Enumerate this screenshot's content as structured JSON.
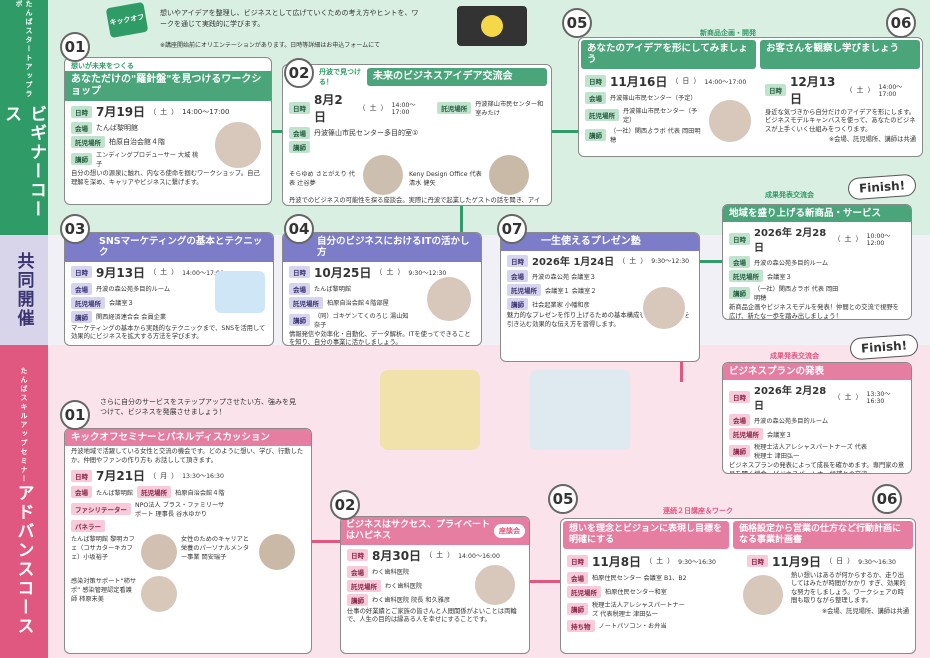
{
  "sections": {
    "beginner": {
      "small": "たんばスタートアップラボ",
      "big": "ビギナーコース"
    },
    "joint": {
      "big": "共同開催"
    },
    "advanced": {
      "small": "たんばスキルアップセミナー",
      "big": "アドバンスコース"
    }
  },
  "intro": {
    "badge": "キックオフ",
    "text": "想いやアイデアを整理し、ビジネスとして広げていくための考え方やヒントを、ワークを通じて実践的に学びます。",
    "note": "※講座開始前にオリエンテーションがあります。日時等詳細はお申込フォームにて"
  },
  "labels": {
    "date": "日時",
    "venue": "会場",
    "childcare": "託児場所",
    "lecturer": "講師",
    "facilitator": "ファシリテーター",
    "panelist": "パネラー",
    "items": "持ち物"
  },
  "b01": {
    "num": "01",
    "sub": "想いが未来をつくる",
    "title": "あなただけの\"羅針盤\"を見つけるワークショップ",
    "date": "7月19日",
    "day": "土",
    "time": "14:00〜17:00",
    "venue": "たんば黎明館",
    "childcare": "柏原自治会館４階",
    "lecturer": "エンディングプロデューサー 大城 桃子",
    "desc": "自分の想いの源泉に触れ、内なる使命を掴むワークショップ。自己理解を深め、キャリアやビジネスに繋げます。"
  },
  "b02": {
    "num": "02",
    "sub": "丹波で見つける！",
    "title": "未来のビジネスアイデア交流会",
    "date": "8月2日",
    "day": "土",
    "time": "14:00〜17:00",
    "childcare": "丹波篠山市民センター和室みたけ",
    "venue": "丹波篠山市民センター多目的室①",
    "lecturer1": "そらゆめ さとがえり 代表 辻谷夢",
    "lecturer2": "Keny Design Office 代表 清水 健矢",
    "desc": "丹波でのビジネスの可能性を探る座談会。実際に丹波で起業したゲストの話を聞き、アイデアを語り合いましょう。"
  },
  "b05": {
    "num": "05",
    "title": "あなたのアイデアを形にしてみましょう",
    "date": "11月16日",
    "day": "日",
    "time": "14:00〜17:00",
    "venue": "丹波篠山市民センター（予定）",
    "childcare": "丹波篠山市民センター（予定）",
    "lecturer": "（一社）関西ゟラボ 代表 岡田明穂"
  },
  "newprod": "新商品企画・開発",
  "b06": {
    "num": "06",
    "title": "お客さんを観察し学びましょう",
    "date": "12月13日",
    "day": "土",
    "time": "14:00〜17:00",
    "desc": "身近な気づきから自分だけのアイデアを形にします。ビジネスモデルキャンバスを使って、あなたのビジネスが上手くいく仕組みをつくります。",
    "note": "※会場、託児場所、講師は共通"
  },
  "fin1": {
    "sub": "成果発表交流会",
    "finish": "Finish!",
    "title": "地域を盛り上げる新商品・サービス",
    "date": "2026年 2月28日",
    "day": "土",
    "time": "10:00〜12:00",
    "venue": "丹波の森公苑多目的ルーム",
    "childcare": "会議室３",
    "lecturer": "（一社）関西ゟラボ 代表 岡田明穂",
    "desc": "新商品企画やビジネスモデルを発表！仲間との交流で視野を広げ、新たな一歩を踏み出しましょう！"
  },
  "j03": {
    "num": "03",
    "title": "SNSマーケティングの基本とテクニック",
    "date": "9月13日",
    "day": "土",
    "time": "14:00〜17:00",
    "venue": "丹波の森公苑多目的ルーム",
    "childcare": "会議室３",
    "lecturer": "関西経済連合会 会員企業",
    "desc": "マーケティングの基本から実践的なテクニックまで、SNSを活用して効果的にビジネスを拡大する方法を学びます。"
  },
  "j04": {
    "num": "04",
    "title": "自分のビジネスにおけるITの活かし方",
    "date": "10月25日",
    "day": "土",
    "time": "9:30〜12:30",
    "venue": "たんば黎明館",
    "childcare": "柏原自治会館４階部屋",
    "lecturer": "（同）ゴキゲンてくのろじ 湯山知奈子",
    "desc": "情報発信や効率化・自動化、データ解析。ITを使ってできることを知り、自分の事業に活かしましょう。"
  },
  "j07": {
    "num": "07",
    "title": "一生使えるプレゼン塾",
    "date": "2026年 1月24日",
    "day": "土",
    "time": "9:30〜12:30",
    "venue": "丹波の森公苑 会議室３",
    "childcare": "会議室１ 会議室２",
    "lecturer": "社会起業家 小幡和彦",
    "desc": "魅力的なプレゼンを作り上げるための基本構成を学び、聞く人を引き込む効果的な伝え方を習得します。"
  },
  "adv_intro": "さらに自分のサービスをステップアップさせたい方、強みを見つけて、ビジネスを発展させましょう！",
  "a01": {
    "num": "01",
    "title": "キックオフセミナーとパネルディスカッション",
    "desc": "丹波地域で活躍している女性と交流の機会です。どのように想い、学び、行動したか、仲間やファンの作り方も お話しして頂きます。",
    "date": "7月21日",
    "day": "月",
    "time": "13:30〜16:30",
    "venue": "たんば黎明館",
    "childcare": "柏原自治会館４階",
    "facilitator": "NPO法人 ブラス・ファミリーサポート 理事長 谷水ゆかり",
    "p1": "たんば黎明館 黎明カフェ（コサカターキカフェ）小坂裕子",
    "p2": "女性のためのキャリアと栄養のパーソナルメンター事業 岡安瑞子",
    "p3": "感染対策サポート“柿サポ” 感染管理認定看護師 柿原未美"
  },
  "a02": {
    "num": "02",
    "title": "ビジネスはサクセス、プライベートはハピネス",
    "badge": "座談会",
    "date": "8月30日",
    "day": "土",
    "time": "14:00〜16:00",
    "venue": "わく歯科医院",
    "childcare": "わく歯科医院",
    "lecturer": "わく歯科医院 院長 和久雅彦",
    "desc": "仕事の好業績とご家族の皆さんと人間関係がよいことは両輪で、人生の目的は縁ある人を幸せにすることです。"
  },
  "a05": {
    "num": "05",
    "sub": "連続２日講座＆ワーク",
    "title": "想いを理念とビジョンに表現し目標を明確にする",
    "date": "11月8日",
    "day": "土",
    "time": "9:30〜16:30",
    "venue": "柏原住民センター 会議室 B1、B2",
    "childcare": "柏原住民センター和室",
    "lecturer": "税理士法人アレシャスパートナーズ 代表税理士 津田弘一",
    "items": "ノートパソコン・お弁当"
  },
  "a06": {
    "num": "06",
    "title": "価格設定から営業の仕方など行動計画になる事業計画書",
    "date": "11月9日",
    "day": "日",
    "time": "9:30〜16:30",
    "desc": "熱い想いはあるが何からするか、走り出してはみたが時間がかかり すぎ、効果的な努力をしましょう。ワークシェアの時間も取りながら整理します。",
    "note": "※会場、託児場所、講師は共通"
  },
  "fin2": {
    "sub": "成果発表交流会",
    "finish": "Finish!",
    "title": "ビジネスプランの発表",
    "date": "2026年 2月28日",
    "day": "土",
    "time": "13:30〜16:30",
    "venue": "丹波の森公苑多目的ルーム",
    "childcare": "会議室３",
    "lecturer": "税理士法人アレシャスパートナーズ 代表税理士 津田弘一",
    "desc": "ビジネスプランの発表によって成長を確かめます。専門家の意見を聞く機会。ビジネスパートナー候補との交流"
  }
}
